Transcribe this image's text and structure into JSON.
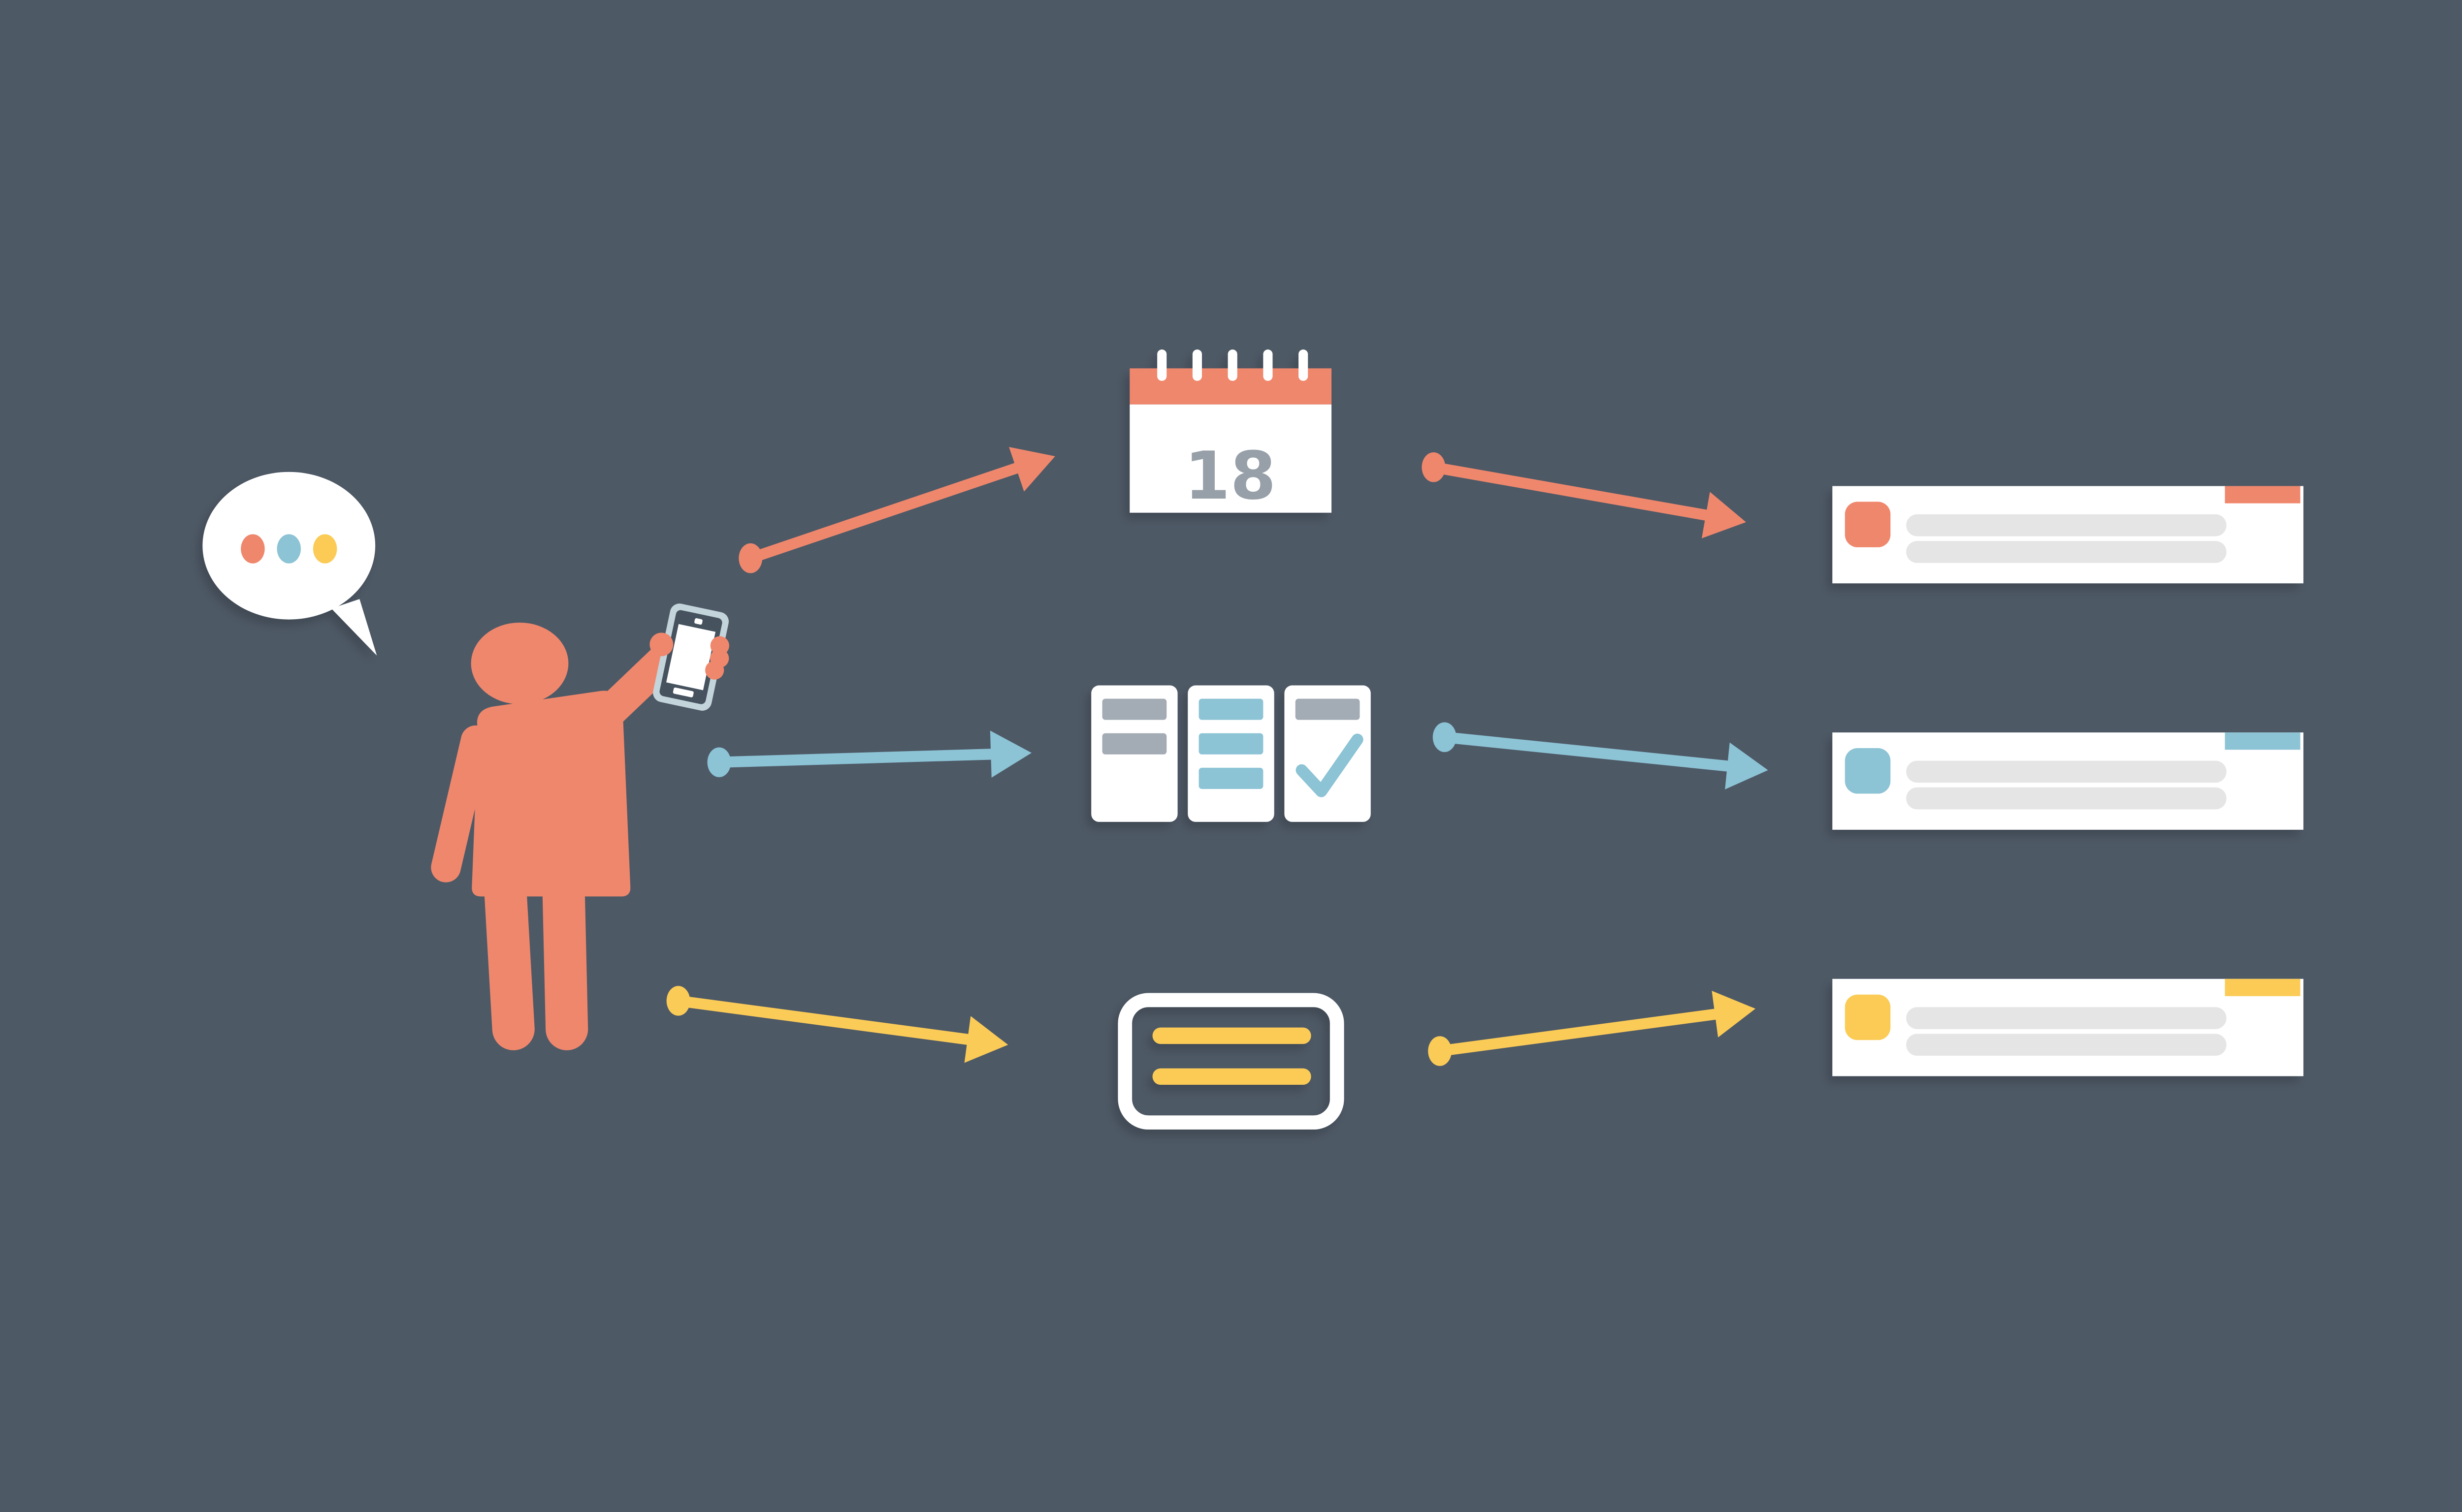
{
  "scene": {
    "background_color": "#4E5966",
    "description": "Flat-style illustration: a person sending a message from a phone; speech bubble with three dots; arrows route through a calendar, a task board and a message box into three notification cards"
  },
  "colors": {
    "salmon": "#EF876C",
    "blue": "#8CC3D5",
    "yellow": "#FBCB57",
    "white": "#FFFFFF",
    "bar_gray": "#A3ABB4",
    "line_gray": "#E5E5E5",
    "number_gray": "#97A0A8",
    "phone_frame": "#C3D4DB",
    "phone_body": "#46525E"
  },
  "speech_bubble": {
    "dot_count": 3,
    "dot_colors": [
      "#EF876C",
      "#8CC3D5",
      "#FBCB57"
    ]
  },
  "calendar": {
    "day": "18",
    "peg_count": 5,
    "header_color": "#EF876C"
  },
  "task_board": {
    "columns": [
      {
        "bars": 2,
        "bar_color": "#A3ABB4"
      },
      {
        "bars": 3,
        "bar_color": "#8CC3D5"
      },
      {
        "bars": 1,
        "bar_color": "#A3ABB4",
        "has_checkmark": true,
        "check_color": "#8CC3D5"
      }
    ]
  },
  "message_box": {
    "line_count": 2,
    "line_color": "#FBCB57",
    "border_color": "#FFFFFF"
  },
  "notifications": [
    {
      "accent": "#EF876C",
      "line_count": 2
    },
    {
      "accent": "#8CC3D5",
      "line_count": 2
    },
    {
      "accent": "#FBCB57",
      "line_count": 2
    }
  ],
  "arrows": [
    {
      "from": "person",
      "to": "calendar",
      "color": "#EF876C"
    },
    {
      "from": "person",
      "to": "task-board",
      "color": "#8CC3D5"
    },
    {
      "from": "person",
      "to": "message-box",
      "color": "#FBCB57"
    },
    {
      "from": "calendar",
      "to": "notification-1",
      "color": "#EF876C"
    },
    {
      "from": "task-board",
      "to": "notification-2",
      "color": "#8CC3D5"
    },
    {
      "from": "message-box",
      "to": "notification-3",
      "color": "#FBCB57"
    }
  ]
}
